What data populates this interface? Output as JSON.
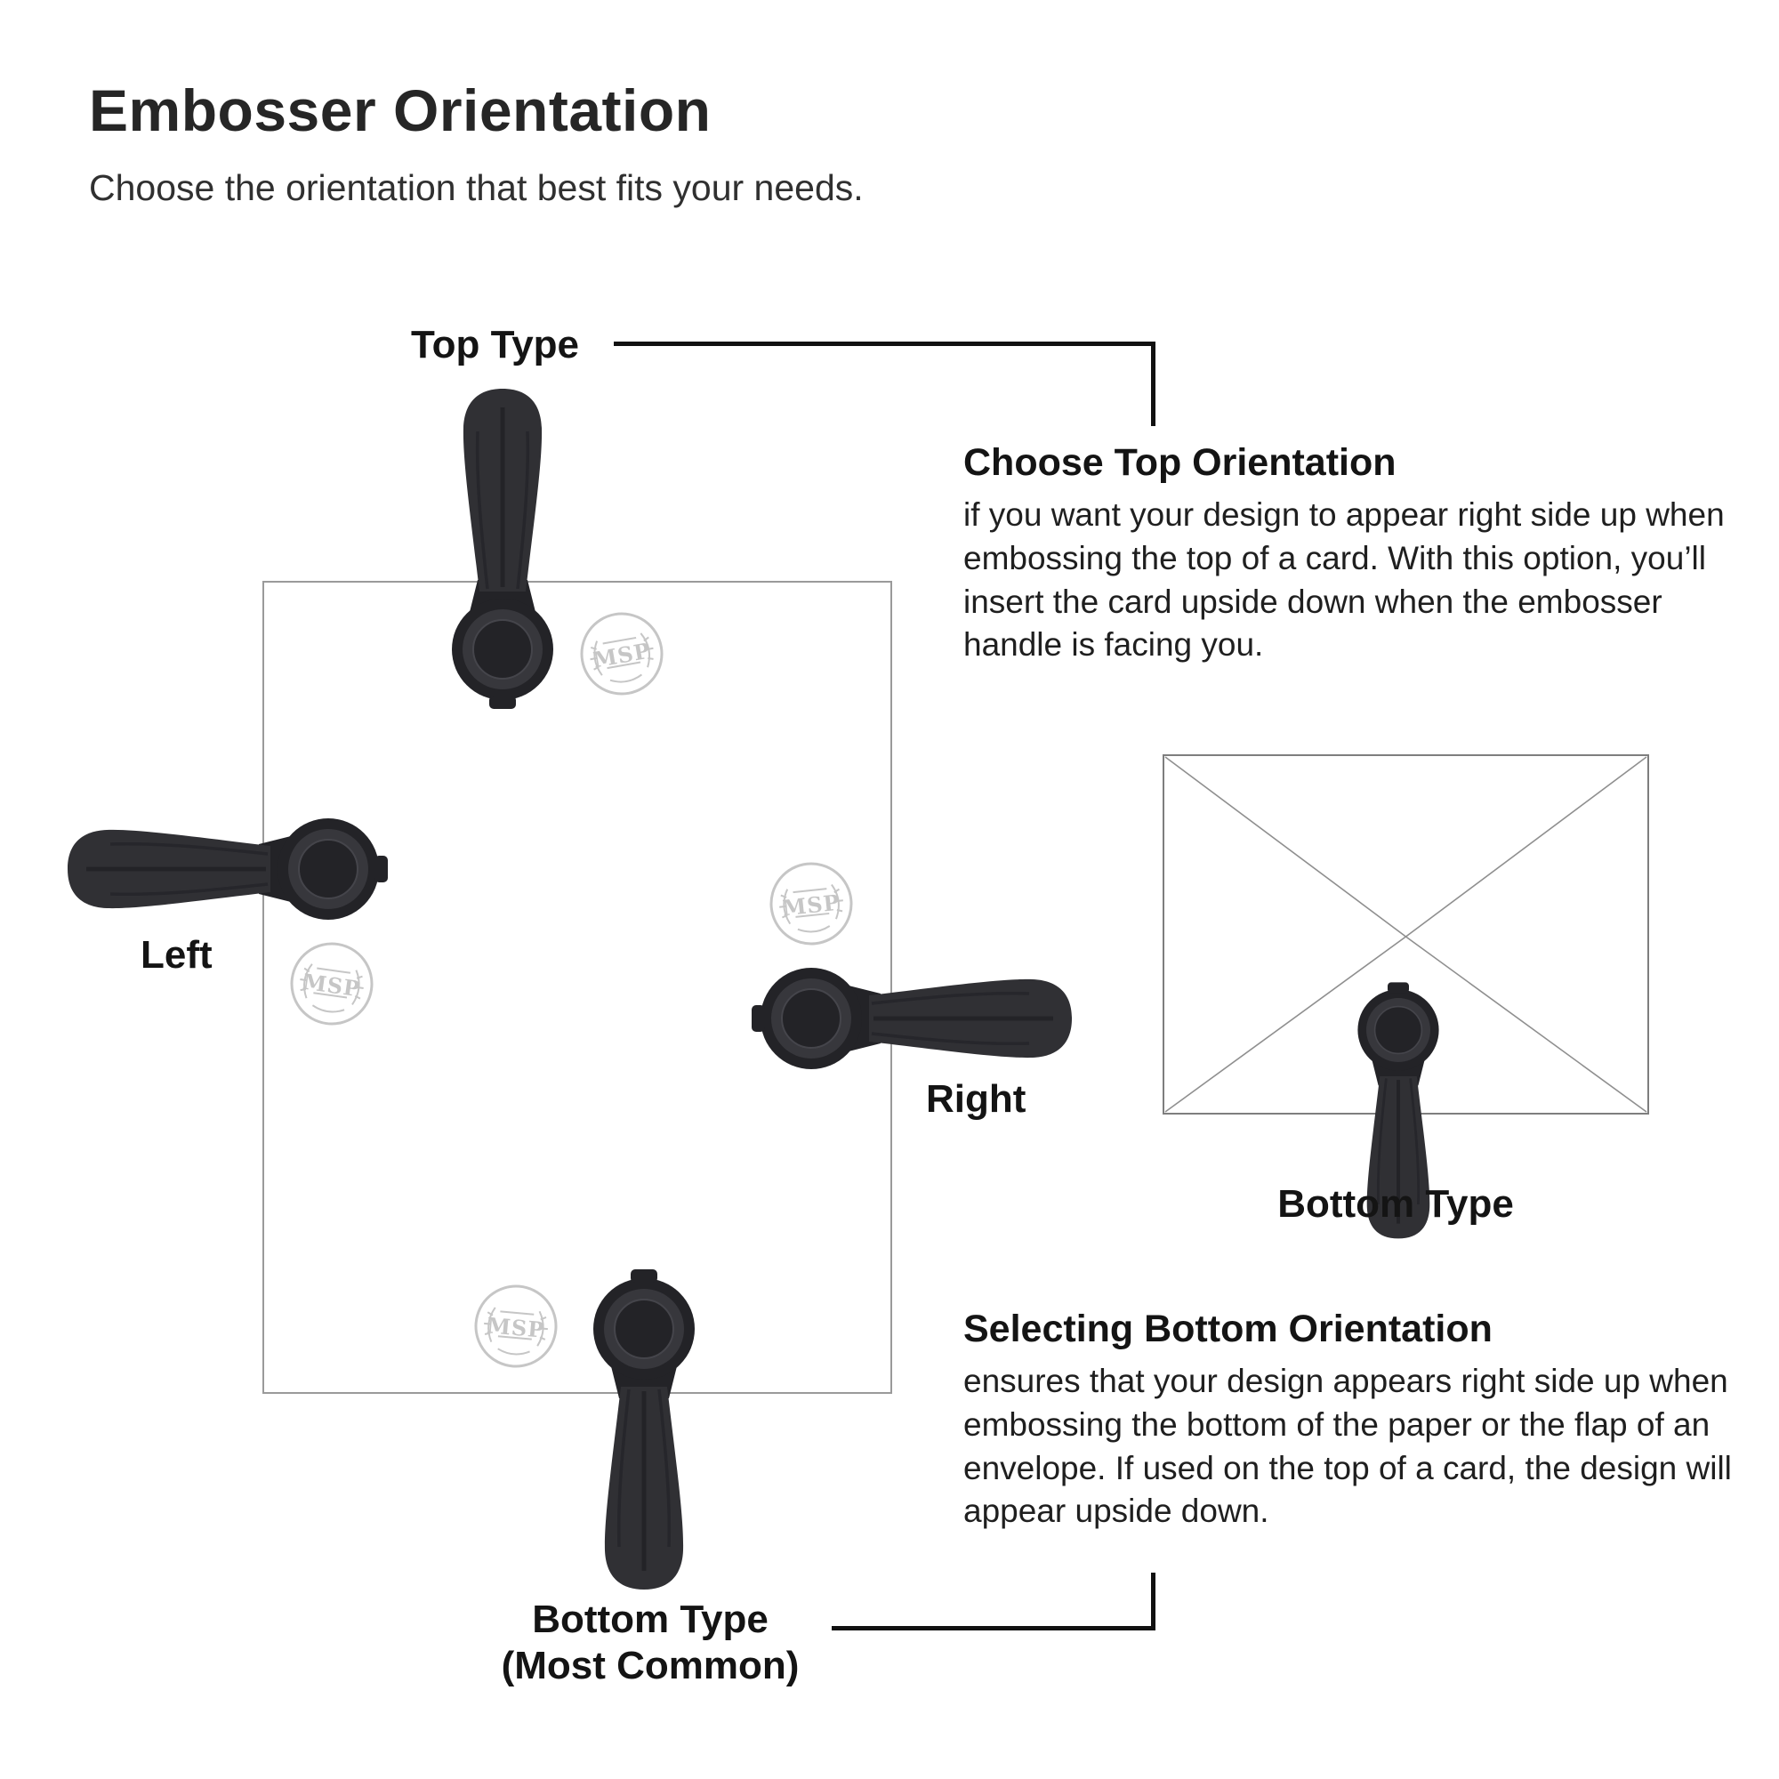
{
  "page": {
    "title": "Embosser Orientation",
    "subtitle": "Choose the orientation that best fits your needs."
  },
  "diagram": {
    "seal_text": "MSP",
    "labels": {
      "top": "Top Type",
      "left": "Left",
      "right": "Right",
      "bottom_line1": "Bottom Type",
      "bottom_line2": "(Most Common)",
      "envelope": "Bottom Type"
    }
  },
  "callouts": {
    "top": {
      "heading": "Choose Top Orientation",
      "body": "if you want your design to appear right side up when embossing the top of a card.  With this option, you’ll insert the card upside down when the embosser handle is facing you."
    },
    "bottom": {
      "heading": "Selecting Bottom Orientation",
      "body": "ensures that your design appears right side up when embossing the bottom of the paper or the flap of an envelope.  If used on the top of a card, the design will appear upside down."
    }
  },
  "colors": {
    "embosser_body": "#303034",
    "embosser_dark": "#232327",
    "embosser_mid": "#37373c",
    "seal": "#c6c6c6",
    "connector": "#111111"
  }
}
